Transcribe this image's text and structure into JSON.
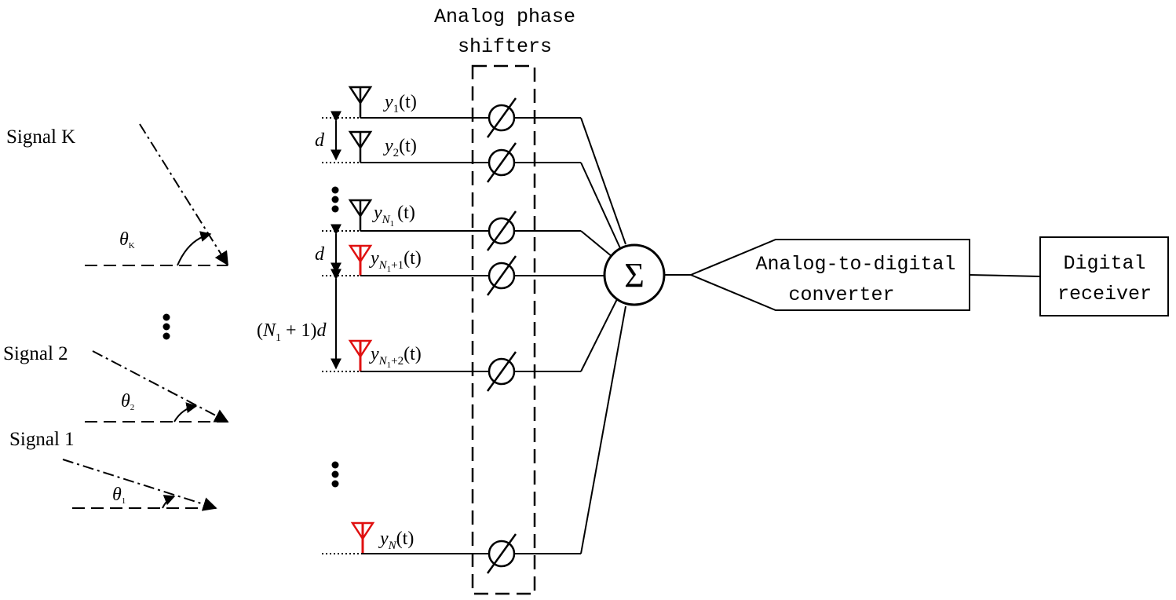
{
  "phase_shifters_label": [
    "Analog phase",
    "shifters"
  ],
  "signals": [
    {
      "label": "Signal K",
      "angle_sym": "θ",
      "angle_sub": "K"
    },
    {
      "label": "Signal 2",
      "angle_sym": "θ",
      "angle_sub": "2"
    },
    {
      "label": "Signal 1",
      "angle_sym": "θ",
      "angle_sub": "1"
    }
  ],
  "antennas": [
    {
      "y": "y",
      "sub": "1",
      "subsub": "",
      "tail": "(t)",
      "color": "#000000"
    },
    {
      "y": "y",
      "sub": "2",
      "subsub": "",
      "tail": "(t)",
      "color": "#000000"
    },
    {
      "y": "y",
      "sub": "N",
      "subsub": "1",
      "tail": "(t)",
      "color": "#000000"
    },
    {
      "y": "y",
      "sub": "N",
      "subsub": "1",
      "extra": "+1",
      "tail": "(t)",
      "color": "#e01010"
    },
    {
      "y": "y",
      "sub": "N",
      "subsub": "1",
      "extra": "+2",
      "tail": "(t)",
      "color": "#e01010"
    },
    {
      "y": "y",
      "sub": "N",
      "subsub": "",
      "tail": "(t)",
      "color": "#e01010"
    }
  ],
  "spacing_labels": {
    "d1": "d",
    "d2": "d",
    "n1d_open": "(",
    "n1d_N": "N",
    "n1d_sub": "1",
    "n1d_rest": " + 1)",
    "n1d_d": "d"
  },
  "sum_symbol": "Σ",
  "adc_label": [
    "Analog-to-digital",
    "converter"
  ],
  "receiver_label": [
    "Digital",
    "receiver"
  ],
  "colors": {
    "red_antenna": "#e01010",
    "line": "#000000"
  }
}
